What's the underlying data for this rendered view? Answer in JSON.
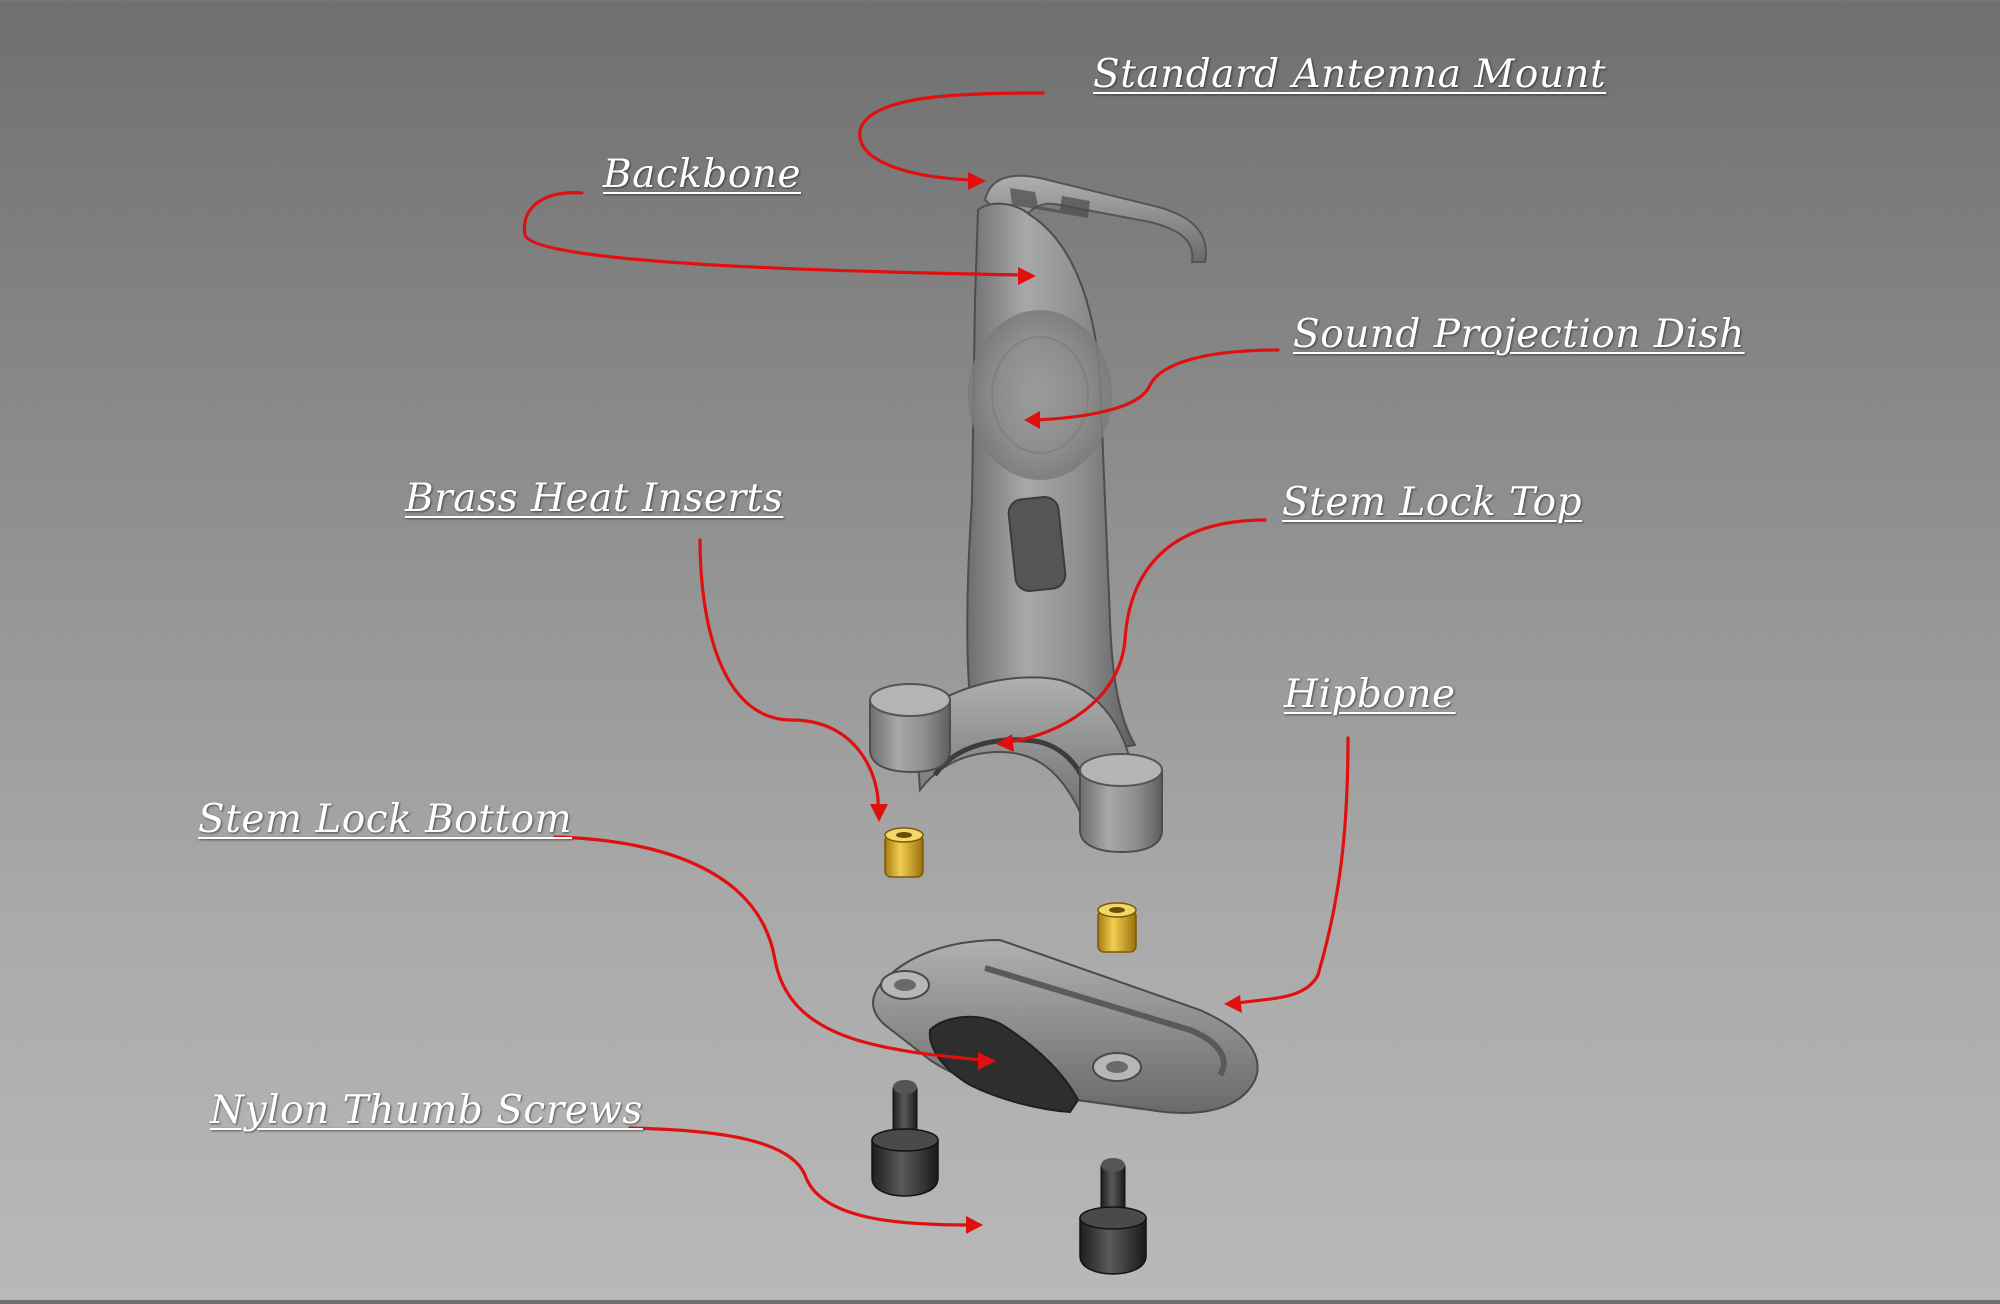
{
  "diagram": {
    "labels": {
      "antenna_mount": "Standard Antenna Mount",
      "backbone": "Backbone",
      "dish": "Sound Projection Dish",
      "brass_inserts": "Brass Heat Inserts",
      "stem_lock_top": "Stem Lock Top",
      "hipbone": "Hipbone",
      "stem_lock_bottom": "Stem Lock Bottom",
      "thumb_screws": "Nylon Thumb Screws"
    },
    "colors": {
      "leader": "#e01010",
      "label_text": "#ffffff",
      "plastic_part": "#8f8f8f",
      "brass": "#d8b030",
      "nylon_screw": "#3a3a3a"
    }
  }
}
